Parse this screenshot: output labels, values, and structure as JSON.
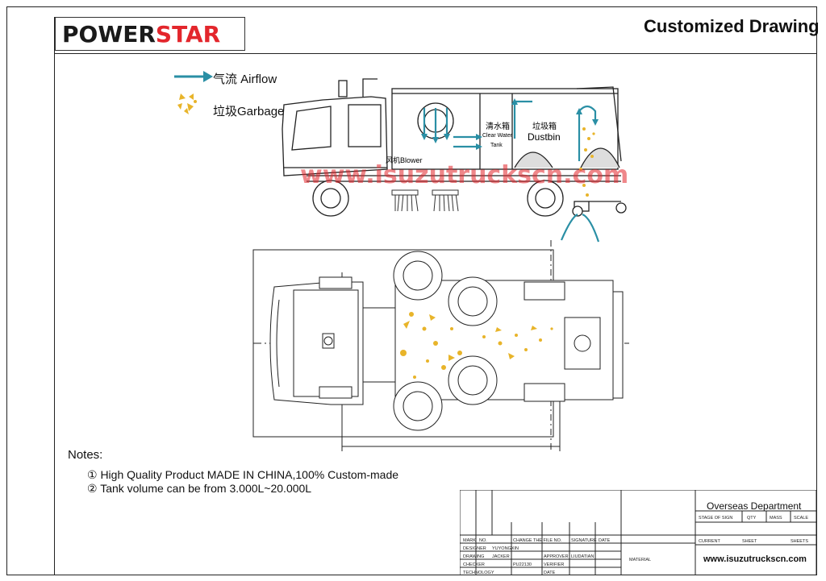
{
  "brand": {
    "part1": "POWER",
    "part2": "STAR"
  },
  "title": "Customized Drawing",
  "legend": {
    "airflow": "气流 Airflow",
    "garbage": "垃圾Garbage"
  },
  "labels": {
    "blower": "风机Blower",
    "clear_water_cn": "清水箱",
    "clear_water_en": "Clear Water",
    "tank": "Tank",
    "dustbin_cn": "垃圾箱",
    "dustbin_en": "Dustbin"
  },
  "watermark": "www.isuzutruckscn.com",
  "notes": {
    "heading": "Notes:",
    "items": [
      "① High Quality Product MADE IN CHINA,100% Custom-made",
      "② Tank volume can be from 3.000L~20.000L"
    ]
  },
  "title_block": {
    "department": "Overseas Department",
    "headers": [
      "STAGE OF SIGN",
      "QTY",
      "MASS",
      "SCALE"
    ],
    "sheet_row": [
      "CURRENT",
      "SHEET",
      "SHEETS"
    ],
    "rows": [
      [
        "MARK",
        "NO.",
        "CHANGE THE FILE NO.",
        "SIGNATURE",
        "DATE"
      ],
      [
        "DESIGNER",
        "YUYONGXIN",
        "",
        "",
        ""
      ],
      [
        "DRAWING",
        "JACKER",
        "APPROVER",
        "LIUDATIAN",
        ""
      ],
      [
        "CHECKER",
        "PU22130",
        "VERIFIER",
        "",
        ""
      ],
      [
        "TECHNOLOGY",
        "",
        "DATE",
        "",
        ""
      ]
    ],
    "material": "MATERIAL",
    "website": "www.isuzutruckscn.com"
  },
  "colors": {
    "brand_red": "#e3262c",
    "airflow": "#2a8fa5",
    "garbage": "#e8b42a"
  }
}
